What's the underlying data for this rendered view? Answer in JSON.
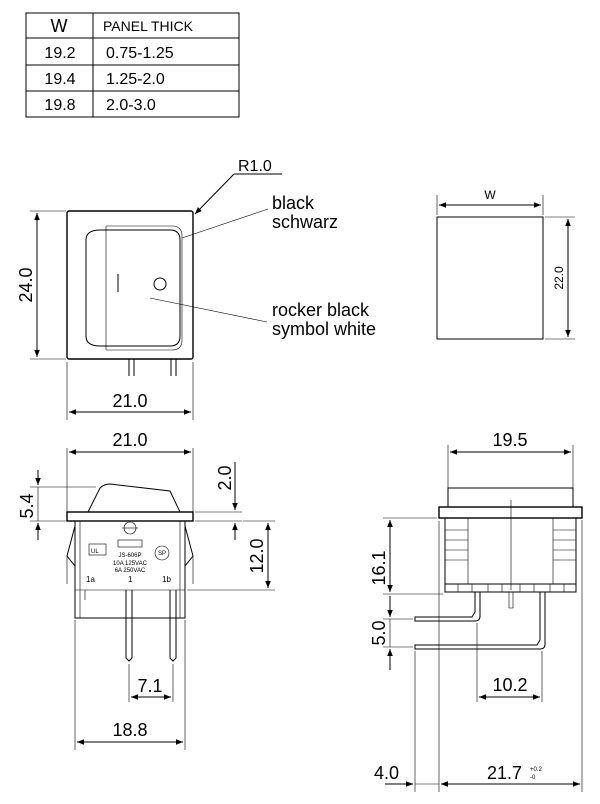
{
  "table": {
    "headers": [
      "W",
      "PANEL THICK"
    ],
    "rows": [
      [
        "19.2",
        "0.75-1.25"
      ],
      [
        "19.4",
        "1.25-2.0"
      ],
      [
        "19.8",
        "2.0-3.0"
      ]
    ]
  },
  "front_view": {
    "radius": "R1.0",
    "frame_label_1": "black",
    "frame_label_2": "schwarz",
    "rocker_label_1": "rocker black",
    "rocker_label_2": "symbol white",
    "height": "24.0",
    "width": "21.0"
  },
  "cutout": {
    "width_label": "W",
    "height": "22.0"
  },
  "side_view": {
    "width": "21.0",
    "dim_2_0": "2.0",
    "dim_5_4": "5.4",
    "dim_12_0": "12.0",
    "dim_7_1": "7.1",
    "dim_18_8": "18.8",
    "marking_line1": "JS-606P",
    "marking_line2": "10A 125VAC",
    "marking_line3": "6A 250VAC",
    "terminal_1a": "1a",
    "terminal_1": "1",
    "terminal_1b": "1b"
  },
  "end_view": {
    "width": "19.5",
    "dim_16_1": "16.1",
    "dim_5_0": "5.0",
    "dim_10_2": "10.2",
    "dim_4_0": "4.0",
    "dim_21_7": "21.7",
    "tol_plus": "+0.2",
    "tol_minus": "-0"
  }
}
